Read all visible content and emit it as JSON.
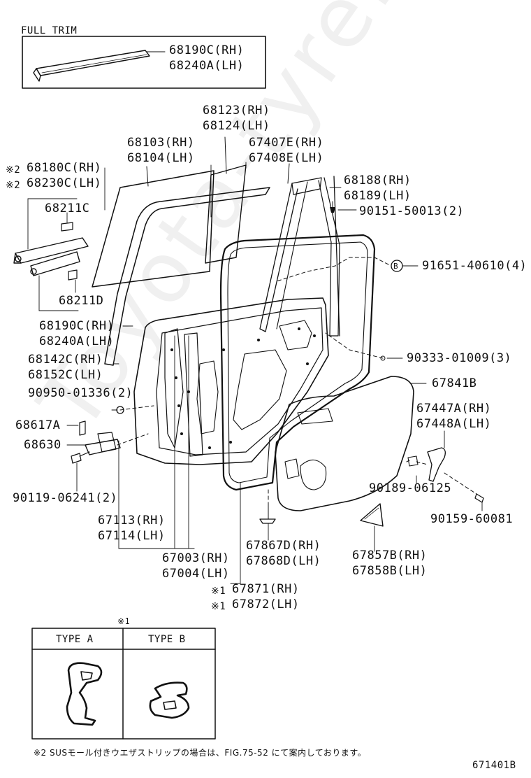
{
  "full_trim": {
    "title": "FULL TRIM",
    "parts": [
      "68190C(RH)",
      "68240A(LH)"
    ]
  },
  "labels": {
    "p68123": "68123(RH)",
    "p68124": "68124(LH)",
    "p68103": "68103(RH)",
    "p68104": "68104(LH)",
    "p67407": "67407E(RH)",
    "p67408": "67408E(LH)",
    "p68180": "68180C(RH)",
    "p68230": "68230C(LH)",
    "p68188": "68188(RH)",
    "p68189": "68189(LH)",
    "p90151": "90151-50013(2)",
    "p68211c": "68211C",
    "p91651": "91651-40610(4)",
    "p68211d": "68211D",
    "p68190c": "68190C(RH)",
    "p68240a": "68240A(LH)",
    "p90333": "90333-01009(3)",
    "p68142": "68142C(RH)",
    "p68152": "68152C(LH)",
    "p67841": "67841B",
    "p90950": "90950-01336(2)",
    "p67447": "67447A(RH)",
    "p67448": "67448A(LH)",
    "p68617": "68617A",
    "p68630": "68630",
    "p90189": "90189-06125",
    "p90119": "90119-06241(2)",
    "p90159": "90159-60081",
    "p67113": "67113(RH)",
    "p67114": "67114(LH)",
    "p67867": "67867D(RH)",
    "p67868": "67868D(LH)",
    "p67857": "67857B(RH)",
    "p67858": "67858B(LH)",
    "p67003": "67003(RH)",
    "p67004": "67004(LH)",
    "p67871": "67871(RH)",
    "p67872": "67872(LH)"
  },
  "marks": {
    "note2": "※2",
    "note1": "※1",
    "circle_b": "B"
  },
  "type_table": {
    "note": "※1",
    "type_a": "TYPE A",
    "type_b": "TYPE B"
  },
  "footnote": "※2 SUSモール付きウエザストリップの場合は、FIG.75-52 にて案内しております。",
  "figure_id": "671401B",
  "watermark": "Toyota-tyre.ru"
}
